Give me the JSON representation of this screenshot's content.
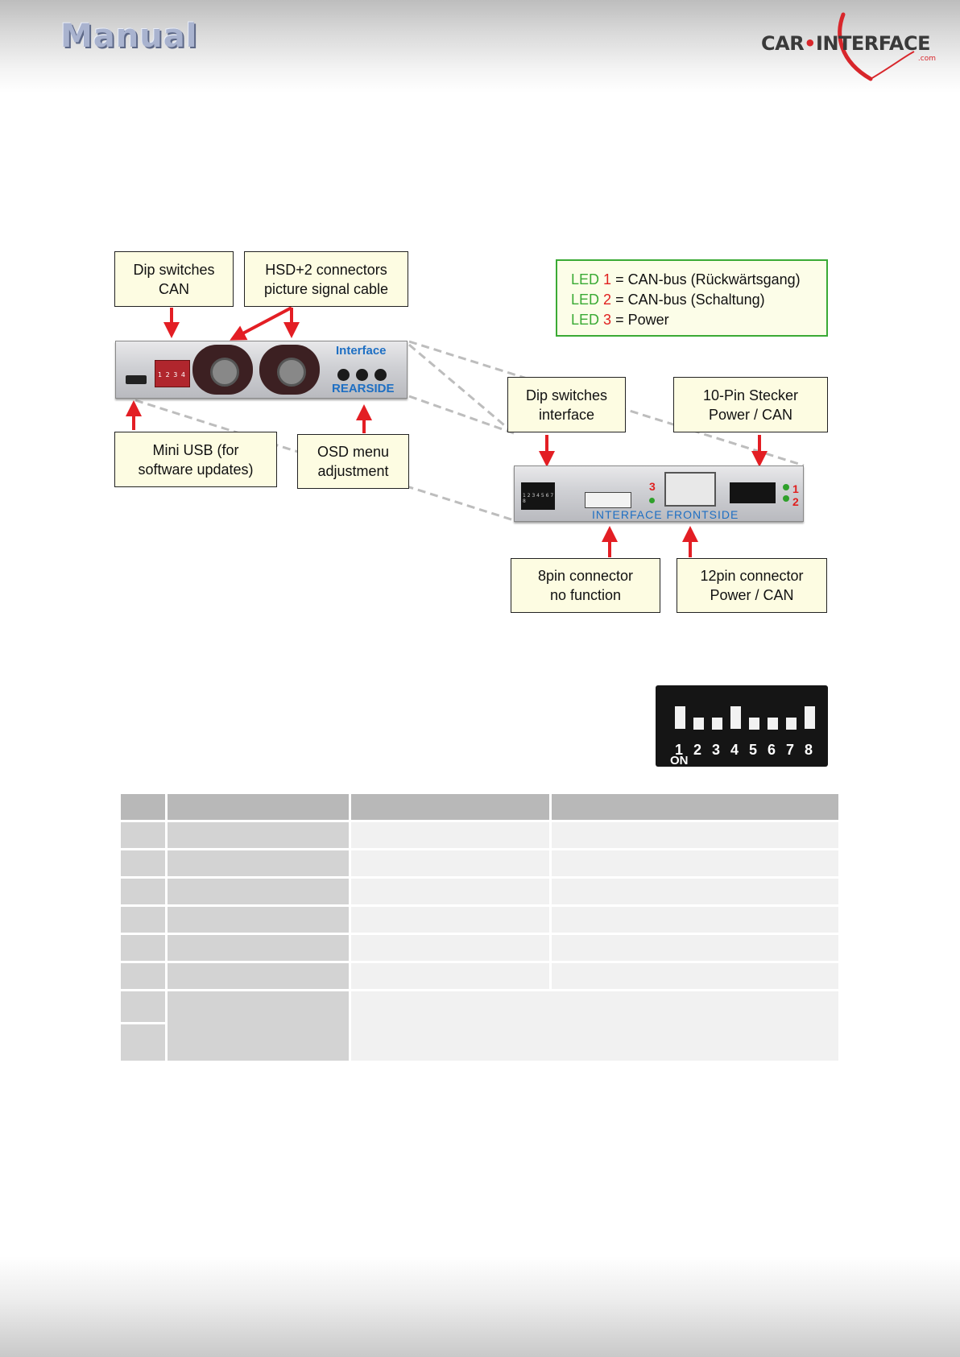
{
  "header": {
    "title": "Manual"
  },
  "logo": {
    "left": "CAR",
    "right": "INTERFACE",
    "suffix": ".com"
  },
  "callouts": {
    "dip_can": [
      "Dip switches",
      "CAN"
    ],
    "hsd": [
      "HSD+2 connectors",
      "picture signal cable"
    ],
    "mini_usb": [
      "Mini USB (for",
      "software updates)"
    ],
    "osd": [
      "OSD menu",
      "adjustment"
    ],
    "dip_interface": [
      "Dip switches",
      "interface"
    ],
    "pin10": [
      "10-Pin Stecker",
      "Power / CAN"
    ],
    "pin8": [
      "8pin connector",
      "no function"
    ],
    "pin12": [
      "12pin connector",
      "Power / CAN"
    ]
  },
  "led_legend": [
    {
      "word": "LED",
      "num": "1",
      "text": "= CAN-bus  (Rückwärtsgang)"
    },
    {
      "word": "LED",
      "num": "2",
      "text": "= CAN-bus  (Schaltung)"
    },
    {
      "word": "LED",
      "num": "3",
      "text": "= Power"
    }
  ],
  "rear_device": {
    "label_top": "Interface",
    "label_bottom": "REARSIDE",
    "dip_text": "1 2 3 4"
  },
  "front_device": {
    "label": "INTERFACE  FRONTSIDE",
    "led3": "3",
    "led1": "1",
    "led2": "2",
    "dip_text": "1 2 3 4 5 6 7 8"
  },
  "dip_photo": {
    "numbers": [
      "1",
      "2",
      "3",
      "4",
      "5",
      "6",
      "7",
      "8"
    ],
    "on_label": "ON",
    "levers_up": [
      true,
      false,
      false,
      true,
      false,
      false,
      false,
      true
    ]
  },
  "table": {
    "header": [
      "",
      "",
      "",
      ""
    ],
    "rows": 8
  },
  "colors": {
    "led_green": "#3aaa35",
    "led_red": "#e0201f",
    "device_blue": "#1e6fc3",
    "callout_bg": "#fdfce2"
  }
}
